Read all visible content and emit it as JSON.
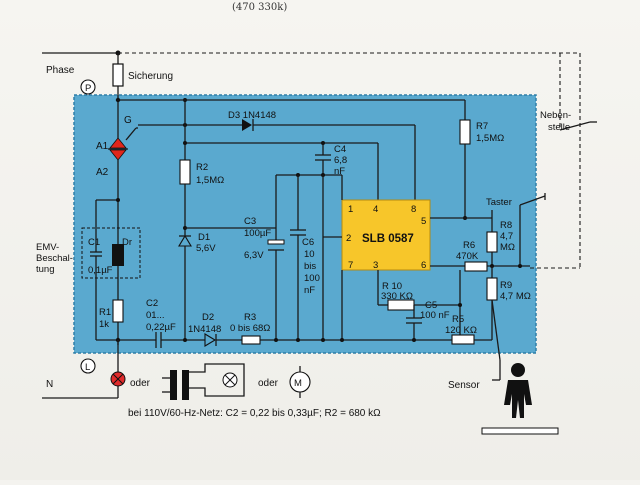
{
  "handwriting": "(470 330k)",
  "nodes": {
    "phase": "Phase",
    "p_marker": "P",
    "l_marker": "L",
    "n": "N"
  },
  "fuse": "Sicherung",
  "triac": {
    "a1": "A1",
    "a2": "A2",
    "g": "G"
  },
  "d3": "D3 1N4148",
  "r2": {
    "name": "R2",
    "value": "1,5MΩ"
  },
  "c4": {
    "name": "C4",
    "value1": "6,8",
    "value2": "nF"
  },
  "r7": {
    "name": "R7",
    "value": "1,5MΩ"
  },
  "extension": {
    "line1": "Neben-",
    "line2": "stelle"
  },
  "d1": {
    "name": "D1",
    "value": "5,6V"
  },
  "c3": {
    "name": "C3",
    "value1": "100µF",
    "value2": "6,3V"
  },
  "c6": {
    "name": "C6",
    "v1": "10",
    "v2": "bis",
    "v3": "100",
    "v4": "nF"
  },
  "ic": {
    "name": "SLB 0587",
    "pins": {
      "p1": "1",
      "p2": "2",
      "p3": "3",
      "p4": "4",
      "p5": "5",
      "p6": "6",
      "p7": "7",
      "p8": "8"
    }
  },
  "button_label": "Taster",
  "r8": {
    "name": "R8",
    "v1": "4,7",
    "v2": "MΩ"
  },
  "r6": {
    "name": "R6",
    "value": "470K"
  },
  "r9": {
    "name": "R9",
    "value": "4,7 MΩ"
  },
  "emv": {
    "line1": "EMV-",
    "line2": "Beschal-",
    "line3": "tung"
  },
  "c1": {
    "name": "C1",
    "value": "0,1µF"
  },
  "dr": "Dr",
  "r10": {
    "name": "R 10",
    "value": "330 KΩ"
  },
  "c5": {
    "name": "C5",
    "value": "100 nF"
  },
  "r5": {
    "name": "R5",
    "value": "120 KΩ"
  },
  "r1": {
    "name": "R1",
    "value": "1k"
  },
  "c2": {
    "name": "C2",
    "v1": "01...",
    "v2": "0,22µF"
  },
  "d2": {
    "name": "D2",
    "value": "1N4148"
  },
  "r3": {
    "name": "R3",
    "value": "0 bis 68Ω"
  },
  "load": {
    "or1": "oder",
    "or2": "oder",
    "motor": "M"
  },
  "sensor": "Sensor",
  "note": "bei 110V/60-Hz-Netz: C2 = 0,22 bis 0,33µF; R2 = 680 kΩ",
  "colors": {
    "board": "#5aa9cf",
    "board_border": "#2f7fa8",
    "triac": "#e0261b",
    "ic": "#f7c62a",
    "lamp": "#e02b2b"
  }
}
